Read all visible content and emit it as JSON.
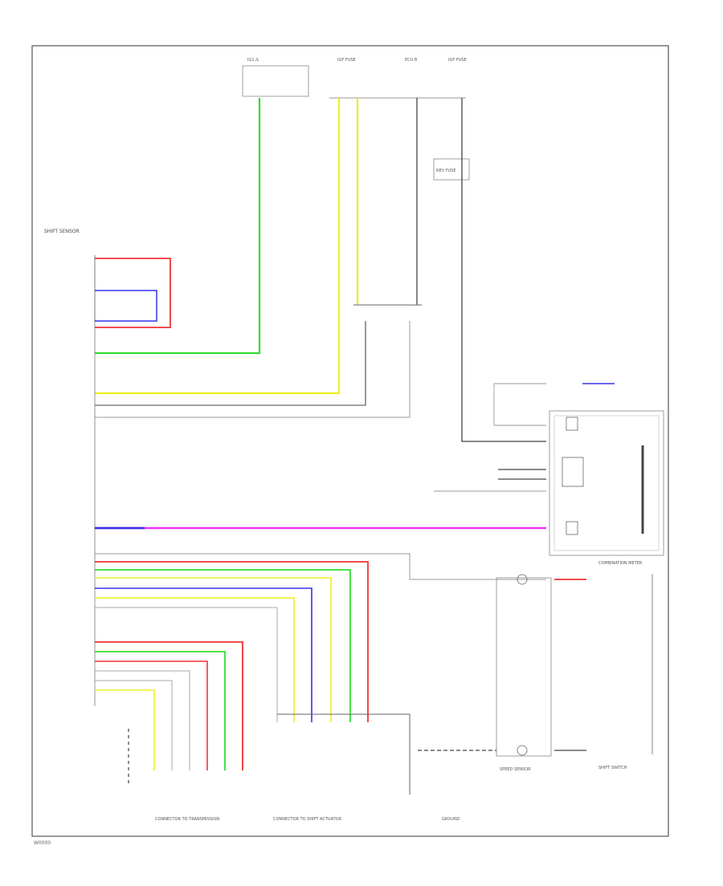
{
  "diagram": {
    "footer_code": "W0000",
    "labels": {
      "fuse_top_1": "IG1 /L",
      "fuse_top_2": "IGF FUSE",
      "fuse_top_3": "ECU B",
      "fuse_top_4": "IGF FUSE",
      "relay_box": "REV FUSE",
      "ecu_left": "SHIFT SENSOR",
      "ecu_right": "COMBINATION METER",
      "shift_panel": "SHIFT SWITCH",
      "bottom_group_1": "CONNECTOR TO TRANSMISSION",
      "bottom_group_2": "CONNECTOR TO SHIFT ACTUATOR",
      "bottom_ground": "GROUND",
      "speed_sensor": "SPEED SENSOR"
    },
    "wire_colors": {
      "green": "#33dd33",
      "yellow": "#eeee22",
      "red": "#ee3333",
      "blue": "#3333ee",
      "magenta": "#ee33ee",
      "black": "#333333",
      "gray": "#999999"
    }
  }
}
